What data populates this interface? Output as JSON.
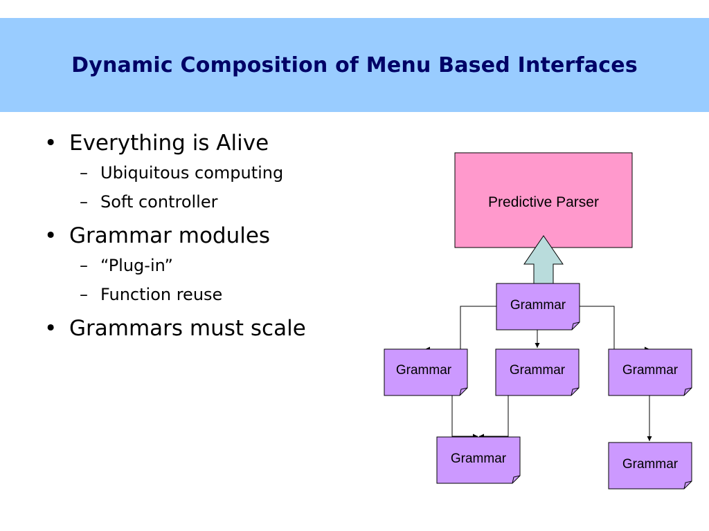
{
  "slide": {
    "title": "Dynamic Composition of Menu Based Interfaces",
    "title_bar_color": "#99ccff",
    "title_text_color": "#000066"
  },
  "bullets": [
    {
      "text": "Everything is Alive",
      "sub": [
        "Ubiquitous computing",
        "Soft controller"
      ]
    },
    {
      "text": "Grammar modules",
      "sub": [
        "“Plug-in”",
        "Function reuse"
      ]
    },
    {
      "text": "Grammars must scale",
      "sub": []
    }
  ],
  "diagram": {
    "parser": {
      "label": "Predictive Parser",
      "color": "#ff99cc"
    },
    "grammar_color": "#cc99ff",
    "arrow_color": "#b9dcdc",
    "grammars": {
      "root": "Grammar",
      "left": "Grammar",
      "middle": "Grammar",
      "right": "Grammar",
      "bottom_left": "Grammar",
      "bottom_right": "Grammar"
    }
  }
}
